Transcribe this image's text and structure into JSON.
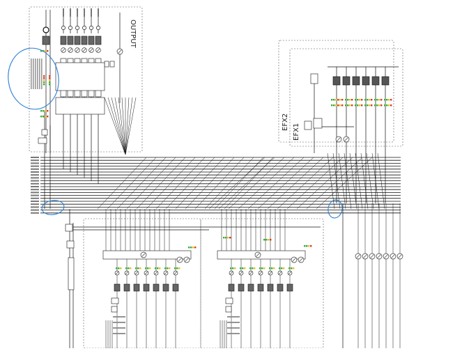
{
  "diagram": {
    "sections": {
      "output": "OUTPUT",
      "efx2": "EFX2",
      "efx1": "EFX1"
    },
    "colors": {
      "line": "#111111",
      "dashed_box": "#555555",
      "annotation": "#2a7fd4",
      "meter_green": "#3caa3c",
      "meter_yellow": "#e3c21b",
      "meter_red": "#d9372c",
      "knob": "#333333"
    },
    "annotations": [
      "circle-top-left",
      "circle-bottom-left",
      "circle-efx"
    ],
    "bus_count": 20,
    "mix_output_count": 6
  }
}
